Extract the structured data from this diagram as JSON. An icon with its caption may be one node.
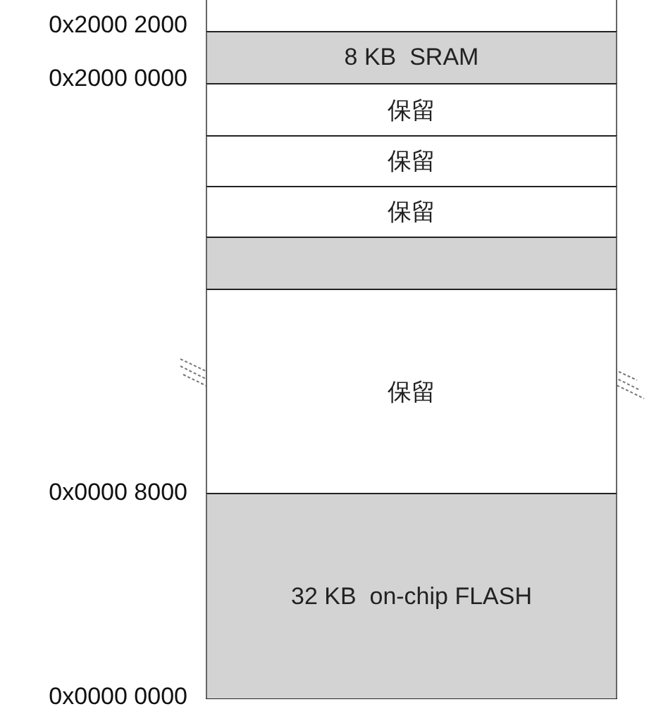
{
  "diagram": {
    "nodes": [
      {
        "text": [
          "8 KB  SRAM"
        ]
      },
      {
        "text": [
          "保留"
        ]
      },
      {
        "text": [
          "保留"
        ]
      },
      {
        "text": [
          "保留"
        ]
      },
      {
        "text": [],
        "shape": "bar"
      },
      {
        "text": [
          "保留"
        ]
      },
      {
        "text": [
          "32 KB  on-chip FLASH"
        ]
      }
    ],
    "labels": [
      "0x2000 2000",
      "0x2000 0000",
      "0x0000 8000",
      "0x0000 0000"
    ]
  }
}
